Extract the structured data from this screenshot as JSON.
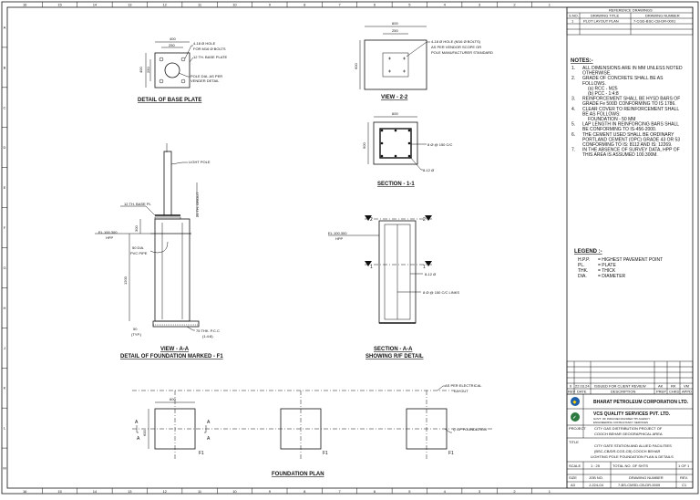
{
  "grid": {
    "cols_top": [
      "16",
      "15",
      "14",
      "13",
      "12",
      "11",
      "10",
      "9",
      "8",
      "7",
      "6",
      "5",
      "4",
      "3",
      "2",
      "1"
    ],
    "rows_left": [
      "A",
      "B",
      "C",
      "D",
      "E",
      "F",
      "G",
      "H",
      "J",
      "K",
      "L",
      "M"
    ]
  },
  "base_plate": {
    "dim_top": "400",
    "dim_inner": "250",
    "dim_left": "400",
    "dim_left_inner": "250",
    "note_hole_1": "4-18 Ø HOLE",
    "note_hole_2": "FOR M16 Ø BOLTS",
    "note_plate": "12 TH. BASE PLATE",
    "note_pole_1": "POLE DIA. AS PER",
    "note_pole_2": "VENDER DETAIL",
    "title": "DETAIL OF BASE PLATE"
  },
  "view22": {
    "dim_outer": "600",
    "dim_inner": "250",
    "dim_side": "600",
    "note_1": "4-18 Ø HOLE (M16 Ø BOLTS)",
    "note_2": "AS PER VENDOR SCOPE OR",
    "note_3": "POLE MANUFACTURER STANDARD",
    "title": "VIEW - 2-2"
  },
  "section11": {
    "dim_top": "600",
    "dim_side": "600",
    "bar_1": "8 Ø @ 150 C/C",
    "bar_2": "8-12 Ø",
    "title": "SECTION - 1-1"
  },
  "view_aa": {
    "light_pole": "LIGHT POLE",
    "grout": "25 TH. GROUT",
    "base_pl": "12 TH. BASE PL",
    "el_label": "EL.100.300",
    "el_sub": "HPP",
    "pipe_1": "50 DIA.",
    "pipe_2": "PVC PIPE",
    "dim_300": "300",
    "dim_1200": "1200",
    "dim_50": "50",
    "dim_50_sub": "(TYP.)",
    "pcc_1": "75 THK. P.C.C",
    "pcc_2": "(1:4:8)",
    "title_1": "VIEW - A-A",
    "title_2": "DETAIL OF FOUNDATION MARKED - F1"
  },
  "section_aa": {
    "el_label": "EL.100.300",
    "el_sub": "HPP",
    "mark_2": "2",
    "mark_1": "1",
    "bar_1": "8-12 Ø",
    "bar_2": "8 Ø @ 150 C/C LINKS",
    "title_1": "SECTION - A-A",
    "title_2": "SHOWING R/F DETAIL"
  },
  "plan": {
    "elec_1": "AS PER ELECTRICAL",
    "elec_2": "LAYOUT",
    "dim_600": "600",
    "cl_label": "Ç OF FOUNDATION",
    "mark_a": "A",
    "mark_f1": "F1",
    "title": "FOUNDATION PLAN"
  },
  "ref_table": {
    "header": "REFERENCE DRAWINGS",
    "col_1": "S.NO.",
    "col_2": "DRAWING TITLE",
    "col_3": "DRAWING NUMBER",
    "row_no": "1",
    "row_title": "PLOT LAYOUT PLAN",
    "row_number": "7-CGD-BSC-CB-DR-0001"
  },
  "notes": {
    "heading": "NOTES:-",
    "items": [
      [
        "1.",
        "ALL DIMENSIONS ARE IN MM UNLESS NOTED",
        "OTHERWISE."
      ],
      [
        "2.",
        "GRADE OF CONCRETE SHALL BE AS",
        "FOLLOWS.",
        "(a) RCC - M25",
        "(b) PCC - 1:4:8"
      ],
      [
        "3.",
        "REINFORCEMENT SHALL BE HYSD BARS OF",
        "GRADE Fe 500D CONFORMING TO IS 1786."
      ],
      [
        "4.",
        "CLEAR COVER TO REINFORCEMENT SHALL",
        "BE AS FOLLOWS:",
        "FOUNDATION  -  50 MM"
      ],
      [
        "5.",
        "LAP LENGTH IN REINFORCING BARS SHALL",
        "BE CONFORMING TO IS-456-2000."
      ],
      [
        "6.",
        "THE CEMENT USED SHALL BE ORDINARY",
        "PORTLAND CEMENT (OPC) GRADE 43 OR 53",
        "CONFORMING TO IS: 8112 AND IS: 12269."
      ],
      [
        "7.",
        "IN THE ABSENCE OF SURVEY DATA, HPP OF",
        "THIS AREA IS ASSUMED 100.300M."
      ]
    ]
  },
  "legend": {
    "heading": "LEGEND :-",
    "items": [
      [
        "H.P.P.",
        "= HIGHEST PAVEMENT POINT"
      ],
      [
        "PL.",
        "= PLATE"
      ],
      [
        "THK.",
        "= THICK"
      ],
      [
        "DIA.",
        "= DIAMETER"
      ]
    ]
  },
  "revision": {
    "row_rev": "0",
    "row_date": "22.03.24",
    "row_desc": "ISSUED FOR CLIENT REVIEW",
    "row_2_rev": "REV",
    "row_2_date": "DATE",
    "row_2_desc": "DESCRIPTION",
    "row_2_a": "PREP",
    "row_2_b": "CHKD",
    "row_2_c": "APPD",
    "init_a": "AK",
    "init_b": "RK",
    "init_c": "VM"
  },
  "title_block": {
    "client": "BHARAT PETROLEUM CORPORATION LTD.",
    "consultant": "VCS QUALITY SERVICES PVT. LTD.",
    "consultant_sub_1": "GOVT. OF INDIA RECOGNIZED TPI AGENCY",
    "consultant_sub_2": "ENGINEERING CONSULTANCY SERVICES",
    "project_label": "PROJECT",
    "project_1": "CITY GAS DISTRIBUTION PROJECT OF",
    "project_2": "COOCH BEHAR GEOGRAPHICAL AREA",
    "title_label": "TITLE",
    "title_1": "CITY GATE STATION AND ALLIED FACILITIES",
    "title_2": "(BSC-CB/DR-CGS-CB) COOCH BEHAR",
    "title_3": "LIGHTING POLE FOUNDATION PLAN & DETAILS",
    "scale_label": "SCALE",
    "scale_val": "1 : 25",
    "sheets_label": "TOTAL NO. OF SHTS",
    "sheet_val": "1 OF 1",
    "size_label": "SIZE",
    "job_label": "JOB NO.",
    "dwg_label": "DRAWING NUMBER",
    "rev_label": "REV.",
    "size_val": "A3",
    "job_val": "J-224-04",
    "dwg_val": "7-BS-CMSD-CB-DR-0009",
    "rev_val": "C1"
  }
}
